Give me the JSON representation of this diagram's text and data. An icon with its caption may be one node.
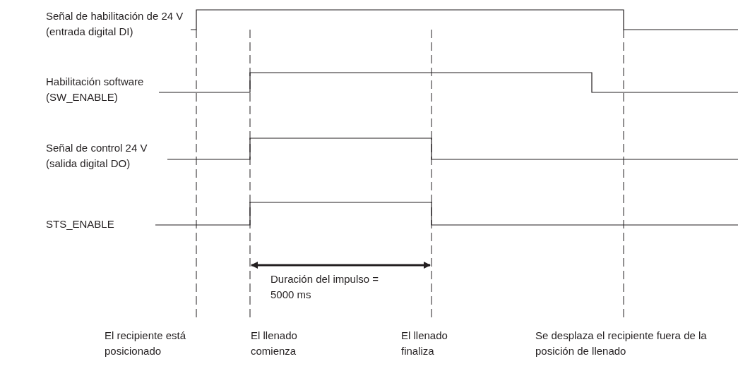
{
  "diagram": {
    "labels": [
      "Señal de habilitación de 24 V (entrada digital DI)",
      "Habilitación software (SW_ENABLE)",
      "Señal de control 24 V (salida digital DO)",
      "STS_ENABLE",
      "Duración del impulso = 5000 ms",
      "El recipiente está posicionado",
      "El llenado comienza",
      "El llenado finaliza",
      "Se desplaza el recipiente fuera de la posición de llenado"
    ]
  }
}
